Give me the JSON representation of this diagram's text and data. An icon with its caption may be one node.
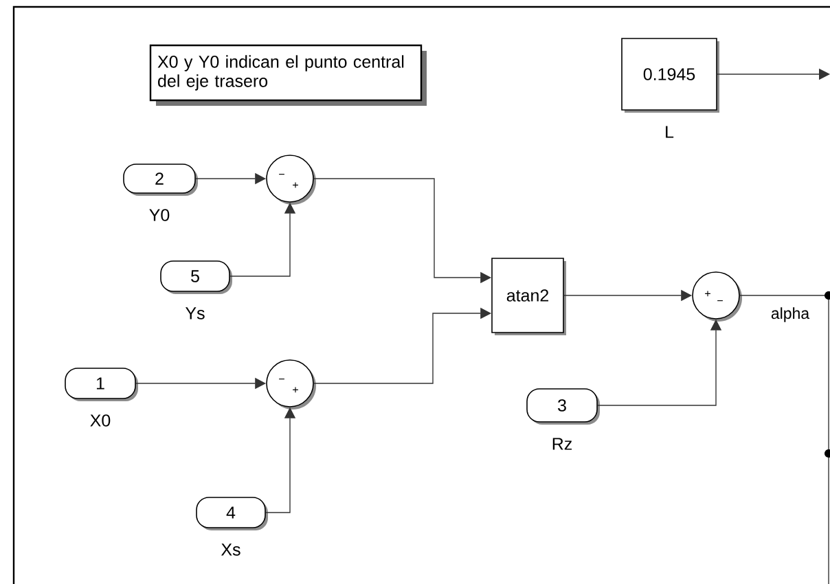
{
  "diagram": {
    "nodes": [
      {
        "text": [
          "X0 y Y0 indican el punto central del eje trasero"
        ]
      },
      {
        "text": [
          "0.1945"
        ],
        "beside": [
          "L"
        ]
      },
      {
        "text": [
          "2"
        ],
        "beside": [
          "Y0"
        ]
      },
      {
        "text": [
          "5"
        ],
        "beside": [
          "Ys"
        ]
      },
      {
        "text": [
          "1"
        ],
        "beside": [
          "X0"
        ]
      },
      {
        "text": [
          "4"
        ],
        "beside": [
          "Xs"
        ]
      },
      {
        "text": [
          "−",
          "+"
        ]
      },
      {
        "text": [
          "−",
          "+"
        ]
      },
      {
        "text": [
          "atan2"
        ]
      },
      {
        "text": [
          "+",
          "−"
        ]
      },
      {
        "text": [
          "3"
        ],
        "beside": [
          "Rz"
        ]
      }
    ],
    "edges": [
      {
        "from": 2,
        "to": 6,
        "arrow": "to"
      },
      {
        "from": 3,
        "to": 6,
        "arrow": "to"
      },
      {
        "from": 4,
        "to": 7,
        "arrow": "to"
      },
      {
        "from": 5,
        "to": 7,
        "arrow": "to"
      },
      {
        "from": 6,
        "to": 8,
        "arrow": "to"
      },
      {
        "from": 7,
        "to": 8,
        "arrow": "to"
      },
      {
        "from": 8,
        "to": 9,
        "arrow": "to"
      },
      {
        "from": 10,
        "to": 9,
        "arrow": "to"
      },
      {
        "from": 1,
        "to": null,
        "arrow": "to"
      },
      {
        "from": 9,
        "to": null,
        "arrow": "none",
        "label": "alpha"
      }
    ]
  }
}
